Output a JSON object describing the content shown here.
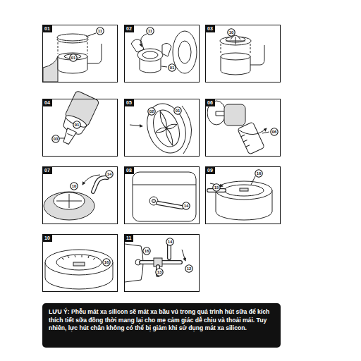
{
  "diagram": {
    "nodes": [
      {
        "text": [
          "01"
        ]
      },
      {
        "text": [
          "11"
        ],
        "in": 0
      },
      {
        "text": [
          "01"
        ],
        "in": 0
      },
      {
        "text": [
          "02"
        ]
      },
      {
        "text": [
          "11"
        ],
        "in": 3
      },
      {
        "text": [
          "01"
        ],
        "in": 3
      },
      {
        "text": [
          "03"
        ]
      },
      {
        "text": [
          "10"
        ],
        "in": 6
      },
      {
        "text": [
          "04"
        ]
      },
      {
        "text": [
          "01"
        ],
        "in": 8
      },
      {
        "text": [
          "03"
        ],
        "in": 8
      },
      {
        "text": [
          "05"
        ]
      },
      {
        "text": [
          "02"
        ],
        "in": 11
      },
      {
        "text": [
          "01"
        ],
        "in": 11
      },
      {
        "text": [
          "06"
        ]
      },
      {
        "text": [
          "06"
        ],
        "in": 14
      },
      {
        "text": [
          "07"
        ]
      },
      {
        "text": [
          "14"
        ],
        "in": 16
      },
      {
        "text": [
          "10"
        ],
        "in": 16
      },
      {
        "text": [
          "08"
        ]
      },
      {
        "text": [
          "14"
        ],
        "in": 19
      },
      {
        "text": [
          "09"
        ]
      },
      {
        "text": [
          "16"
        ],
        "in": 21
      },
      {
        "text": [
          "15"
        ],
        "in": 21
      },
      {
        "text": [
          "10"
        ]
      },
      {
        "text": [
          "16"
        ],
        "in": 24
      },
      {
        "text": [
          "11"
        ]
      },
      {
        "text": [
          "14"
        ],
        "in": 26
      },
      {
        "text": [
          "16"
        ],
        "in": 26
      },
      {
        "text": [
          "13"
        ],
        "in": 26
      },
      {
        "text": [
          "12"
        ],
        "in": 26
      },
      {
        "text": [
          "LƯU Ý: Phễu mát xa silicon sẽ mát xa bầu vú trong quá trình hút sữa để kích thích tiết sữa đồng thời mang lại cho mẹ cảm giác dễ chịu và thoải mái. Tuy nhiên, lực hút chân không có thể bị giảm khi sử dụng mát xa silicon."
        ]
      }
    ]
  }
}
